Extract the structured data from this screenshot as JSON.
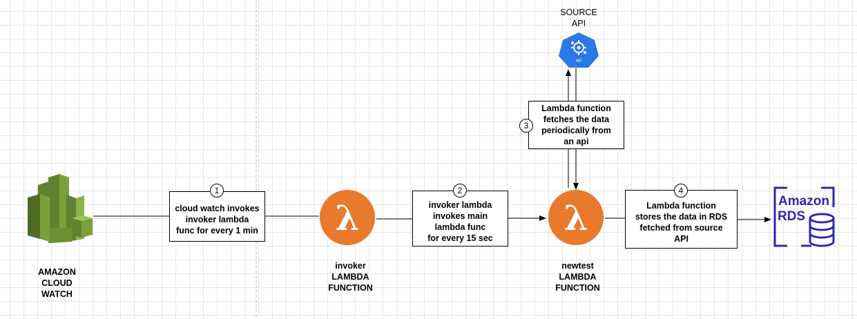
{
  "colors": {
    "lambda_orange": "#e8792d",
    "cloudwatch_green": "#7aa03a",
    "api_blue": "#2b79e6",
    "rds_blue": "#2e27ad"
  },
  "nodes": {
    "cloudwatch": {
      "icon": "amazon-cloudwatch-icon",
      "label": "AMAZON\nCLOUD\nWATCH"
    },
    "invoker_lambda": {
      "icon": "lambda-icon",
      "label": "invoker\nLAMBDA\nFUNCTION"
    },
    "newtest_lambda": {
      "icon": "lambda-icon",
      "label": "newtest\nLAMBDA\nFUNCTION"
    },
    "source_api": {
      "icon": "api-gateway-icon",
      "label": "SOURCE\nAPI"
    },
    "rds": {
      "icon": "amazon-rds-icon",
      "label": "Amazon\nRDS"
    }
  },
  "steps": [
    {
      "number": "1",
      "text": "cloud watch invokes\ninvoker lambda\nfunc for every 1 min"
    },
    {
      "number": "2",
      "text": "invoker lambda\ninvokes main\nlambda func\nfor every 15 sec"
    },
    {
      "number": "3",
      "text": "Lambda function\nfetches the data\nperiodically  from\nan api"
    },
    {
      "number": "4",
      "text": "Lambda function\nstores the data in RDS\nfetched from source\nAPI"
    }
  ],
  "api_icon_text": "api"
}
